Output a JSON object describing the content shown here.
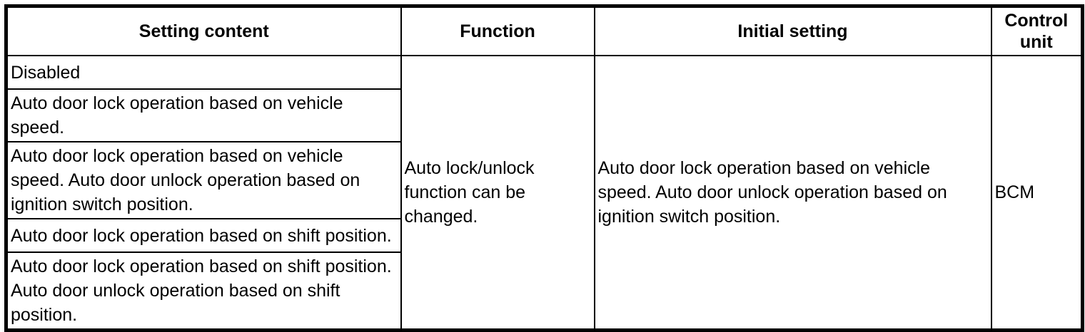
{
  "table": {
    "headers": {
      "setting_content": "Setting content",
      "function": "Function",
      "initial_setting": "Initial setting",
      "control_unit": "Control unit"
    },
    "setting_rows": [
      "Disabled",
      "Auto door lock operation based on vehicle speed.",
      "Auto door lock operation based on vehicle speed. Auto door unlock operation based on ignition switch position.",
      "Auto door lock operation based on shift position.",
      "Auto door lock operation based on shift position. Auto door unlock operation based on shift position."
    ],
    "function_value": "Auto lock/unlock function can be changed.",
    "initial_setting_value": "Auto door lock operation based on vehicle speed. Auto door unlock operation based on ignition switch position.",
    "control_unit_value": "BCM"
  },
  "colors": {
    "border": "#000000",
    "background": "#ffffff",
    "text": "#000000"
  }
}
